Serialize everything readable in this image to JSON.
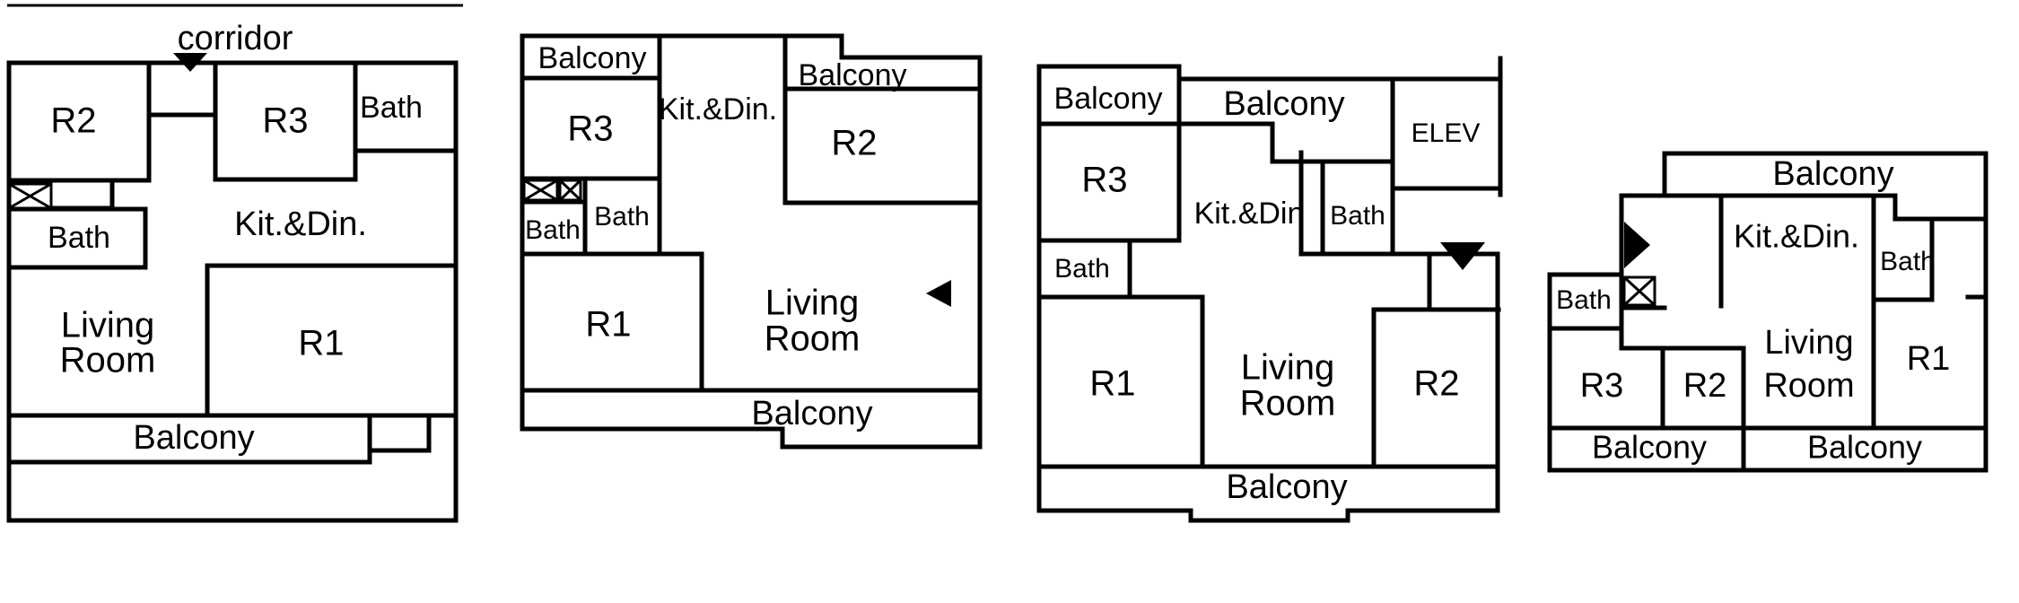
{
  "figure": {
    "type": "floor-plan-comparison",
    "ink_color": "#000000",
    "background_color": "#ffffff"
  },
  "plans": [
    {
      "name": "plan-1",
      "entrance_direction": "down",
      "labels": {
        "corridor": "corridor",
        "r2": "R2",
        "r3": "R3",
        "bath_top": "Bath",
        "bath_left": "Bath",
        "kitchen": "Kit.&Din.",
        "living_line1": "Living",
        "living_line2": "Room",
        "r1": "R1",
        "balcony": "Balcony"
      }
    },
    {
      "name": "plan-2",
      "entrance_direction": "left",
      "labels": {
        "balcony_top_left": "Balcony",
        "kitchen": "Kit.&Din.",
        "balcony_top_right": "Balcony",
        "r3": "R3",
        "r2": "R2",
        "bath_small": "Bath",
        "bath": "Bath",
        "r1": "R1",
        "living_line1": "Living",
        "living_line2": "Room",
        "balcony_bottom": "Balcony"
      }
    },
    {
      "name": "plan-3",
      "entrance_direction": "down",
      "labels": {
        "balcony_top_left": "Balcony",
        "balcony_top": "Balcony",
        "elev": "ELEV",
        "r3": "R3",
        "kitchen": "Kit.&Din",
        "bath_center": "Bath",
        "bath_left": "Bath",
        "r1": "R1",
        "living_line1": "Living",
        "living_line2": "Room",
        "r2": "R2",
        "balcony_bottom": "Balcony"
      }
    },
    {
      "name": "plan-4",
      "entrance_direction": "right",
      "labels": {
        "balcony_top": "Balcony",
        "kitchen": "Kit.&Din.",
        "bath_right": "Bath",
        "bath_left": "Bath",
        "r3": "R3",
        "r2": "R2",
        "living_line1": "Living",
        "living_line2": "Room",
        "r1": "R1",
        "balcony_bottom_left": "Balcony",
        "balcony_bottom_right": "Balcony"
      }
    }
  ]
}
